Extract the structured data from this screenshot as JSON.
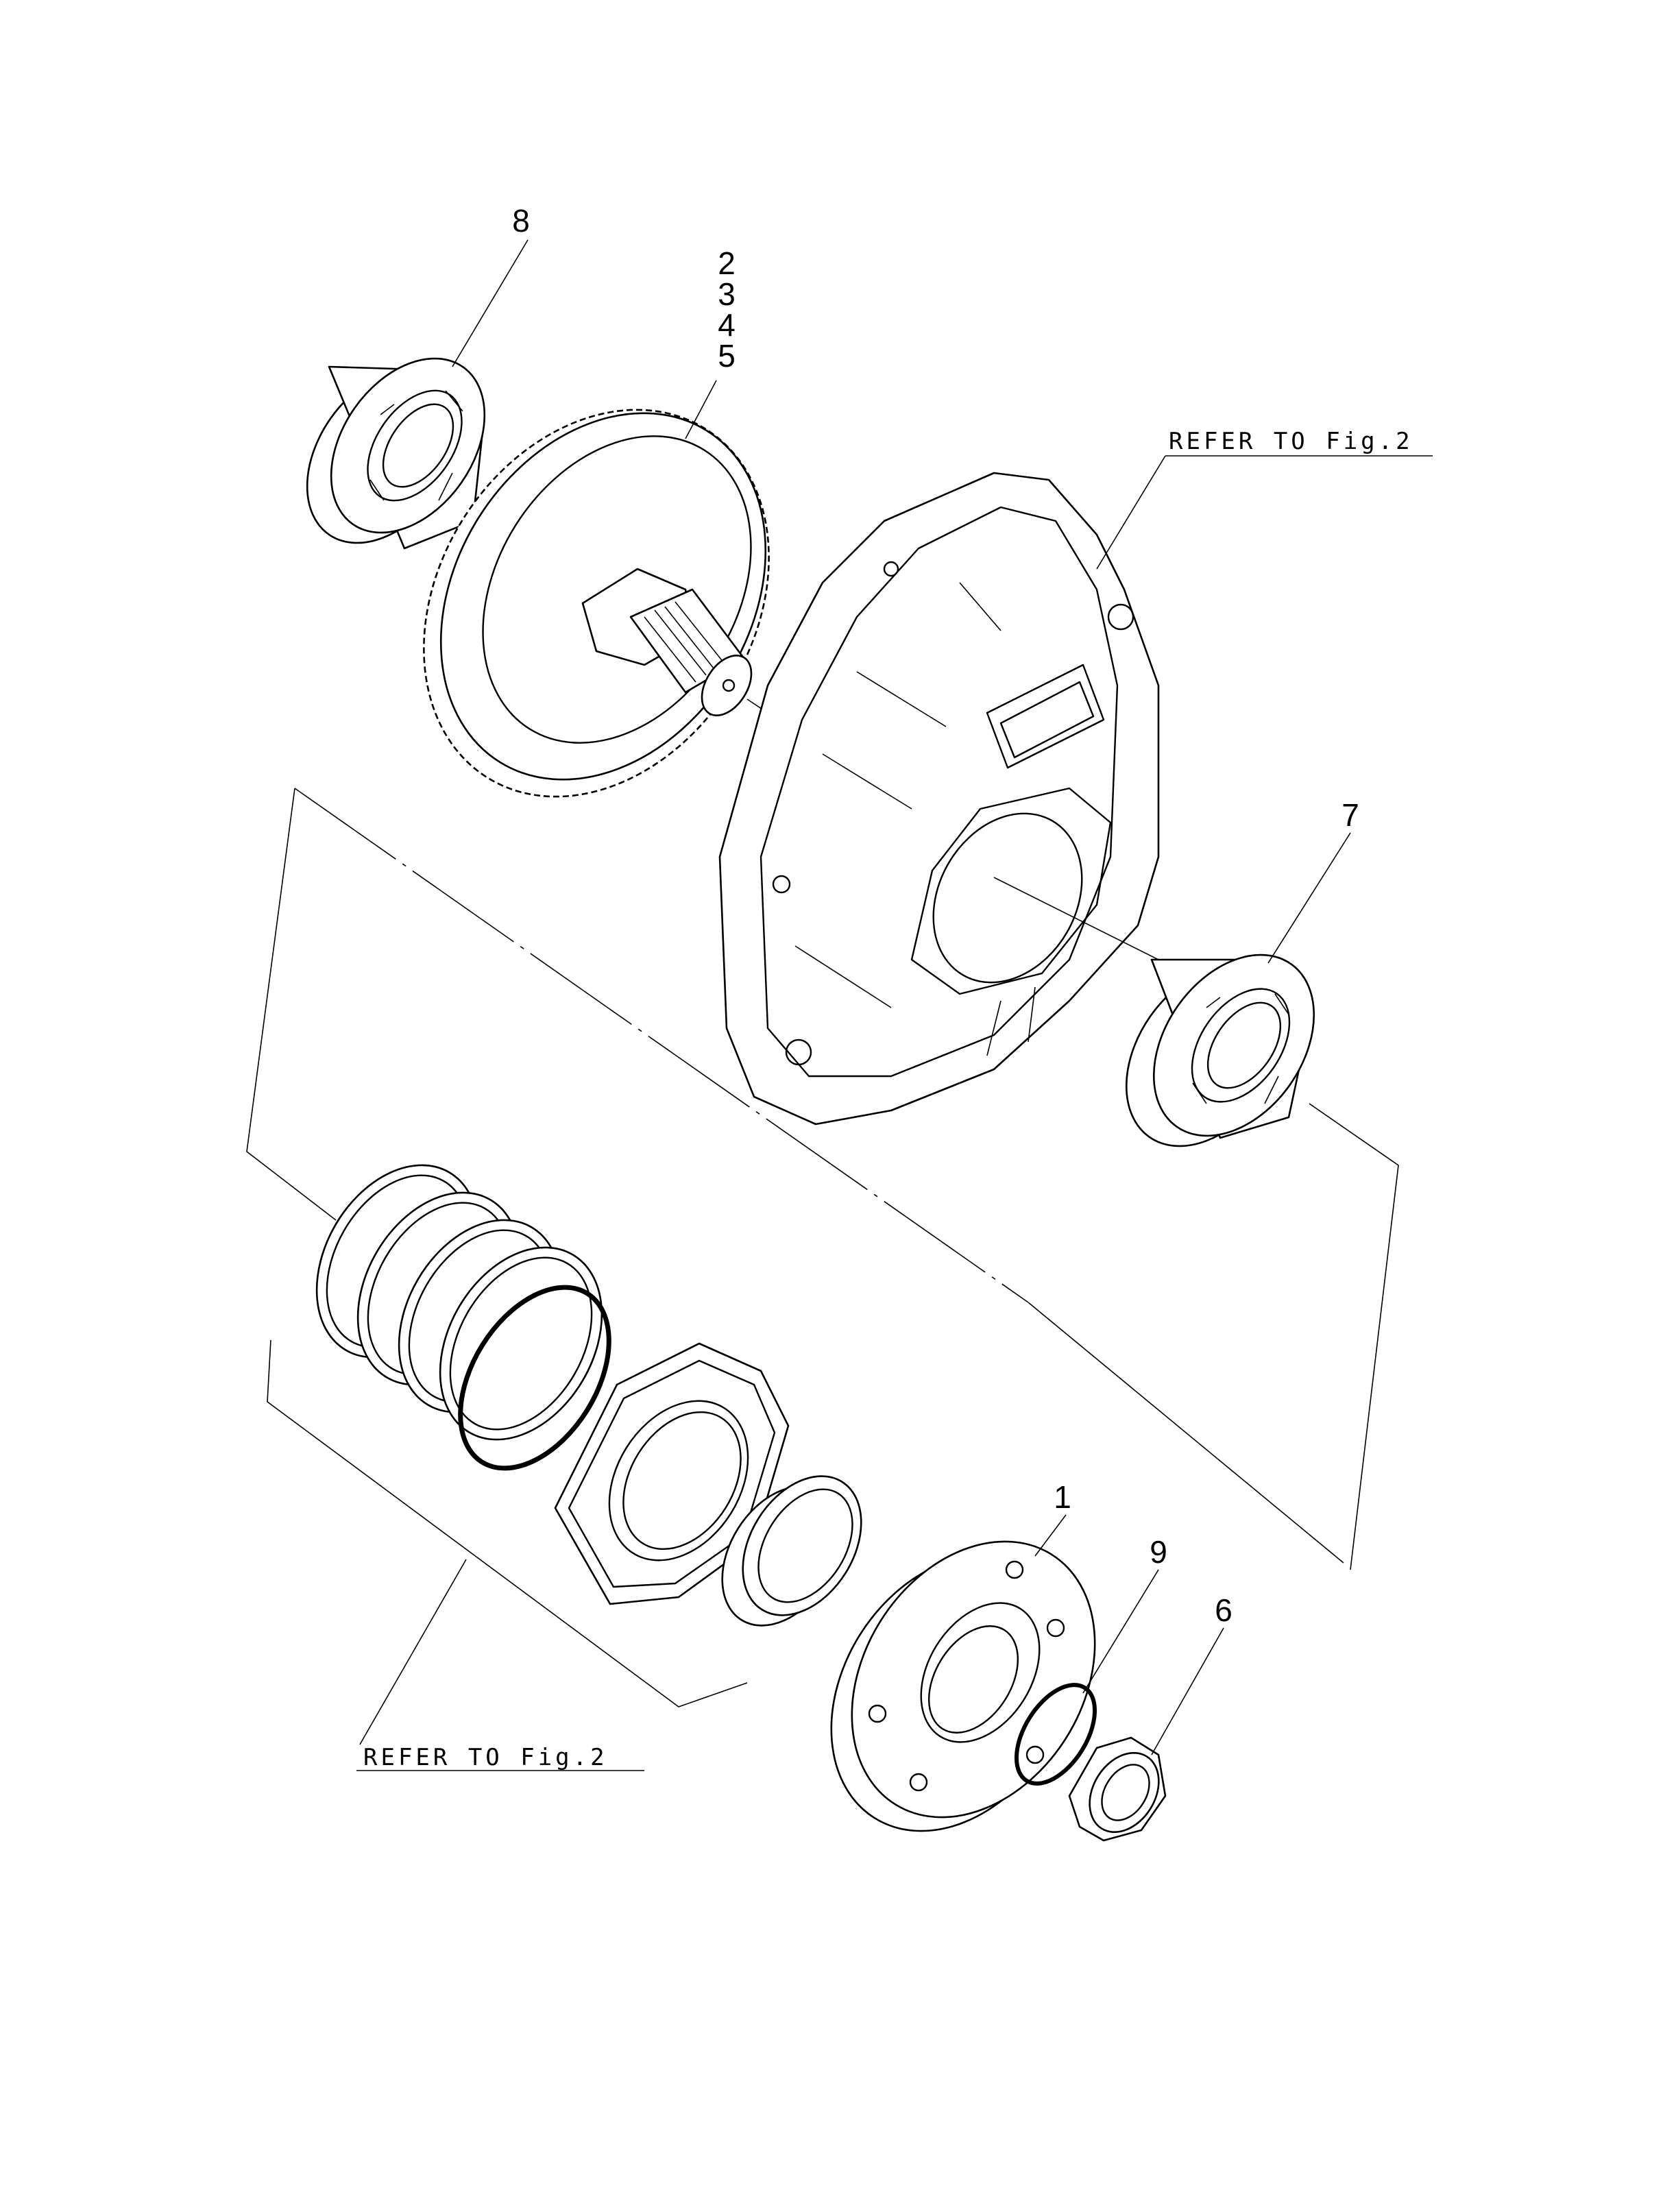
{
  "callouts": {
    "c1": "1",
    "c2": "2",
    "c3": "3",
    "c4": "4",
    "c5": "5",
    "c6": "6",
    "c7": "7",
    "c8": "8",
    "c9": "9"
  },
  "refs": {
    "ref_top": "REFER TO Fig.2",
    "ref_bottom": "REFER TO Fig.2"
  },
  "parts": [
    {
      "id": "bearing-top",
      "callout": "8"
    },
    {
      "id": "gear-shaft",
      "callout": "2 3 4 5"
    },
    {
      "id": "housing",
      "callout": "REFER TO Fig.2"
    },
    {
      "id": "bearing-right",
      "callout": "7"
    },
    {
      "id": "flange",
      "callout": "1"
    },
    {
      "id": "o-ring-small",
      "callout": "9"
    },
    {
      "id": "nut",
      "callout": "6"
    }
  ]
}
